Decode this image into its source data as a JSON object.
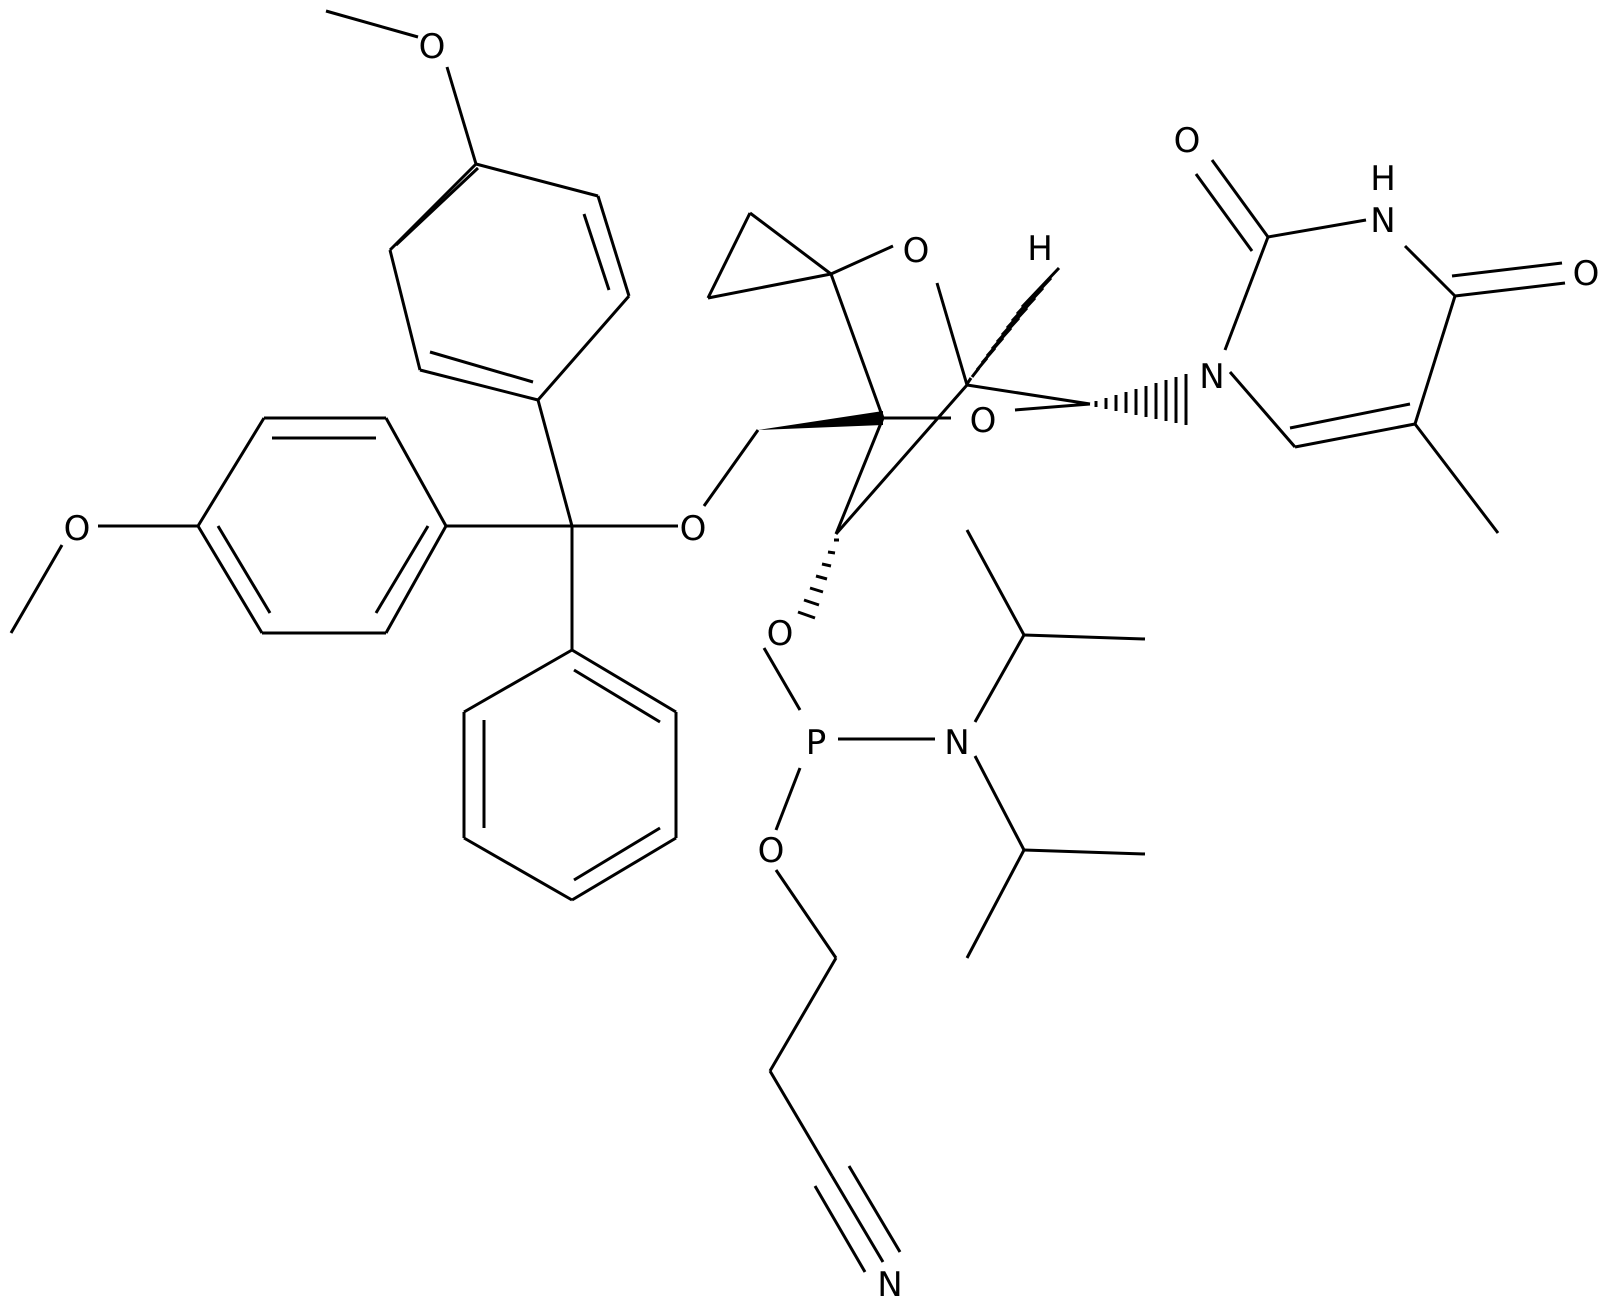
{
  "molecule": {
    "atom_labels": {
      "o_methoxy_top": "O",
      "o_methoxy_left": "O",
      "o_trityl_ether": "O",
      "o_bridge_upper": "O",
      "o_bridge_lower": "O",
      "h_stereo": "H",
      "n_thymine_1": "N",
      "h_thymine_nh": "H",
      "n_thymine_3": "N",
      "o_thymine_c2": "O",
      "o_thymine_c4": "O",
      "o_phosphite_1": "O",
      "p_phosphorus": "P",
      "n_diisopropylamino": "N",
      "o_phosphite_2": "O",
      "n_nitrile": "N"
    }
  }
}
